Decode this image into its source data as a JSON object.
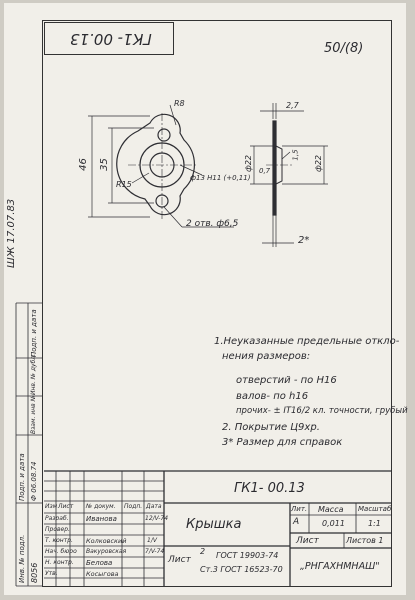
{
  "top_code": "ГК1- 00.13",
  "corner_mark": "50/(8)",
  "left_margin_stamp": "ШЖ 17.07.83",
  "left_margin_labels": [
    "Подп. и дата",
    "Инв. № дубл.",
    "Взам. инв №",
    "Подп. и дата",
    "Инв. № подл."
  ],
  "left_margin_values": [
    "Ф 06.08.74",
    "8056"
  ],
  "dimensions": {
    "d46": "46",
    "d35": "35",
    "r8": "R8",
    "r15": "R15",
    "bore": "ф13 Н11 (+0,11)",
    "holes": "2 отв. ф6,5",
    "t27": "2,7",
    "t15": "1,5",
    "t07": "0,7",
    "d22a": "ф22",
    "d22b": "ф22",
    "star": "2*"
  },
  "notes": [
    "1.Неуказанные предельные откло-",
    "нения размеров:",
    "отверстий - по Н16",
    "валов- по h16",
    "прочих- ± IT16/2 кл. точности, грубый",
    "2. Покрытие Ц9хр.",
    "3* Размер для справок"
  ],
  "title_block": {
    "designation": "ГК1- 00.13",
    "name": "Крышка",
    "header_cols": [
      "Лит.",
      "Масса",
      "Масштаб"
    ],
    "lit": "А",
    "mass": "0,011",
    "scale": "1:1",
    "sheet_label": "Лист",
    "sheets_label": "Листов 1",
    "material_line1_num": "2",
    "material_line1": "ГОСТ 19903-74",
    "material_line2": "Ст.3 ГОСТ 16523-70",
    "organization": "„РНГАХНМНАШ\"",
    "rev_header": [
      "Изм",
      "Лист",
      "№ докум.",
      "Подп.",
      "Дата"
    ],
    "roles": [
      "Разраб.",
      "Провер.",
      "Т. контр.",
      "Нач. бюро",
      "Н. контр.",
      "Утв."
    ],
    "names": [
      "Иванова",
      "Колковский",
      "Вакуровская",
      "Белова",
      "Косыгова"
    ],
    "dates": [
      "12/V-74",
      "1/V",
      "7/V-74"
    ]
  }
}
